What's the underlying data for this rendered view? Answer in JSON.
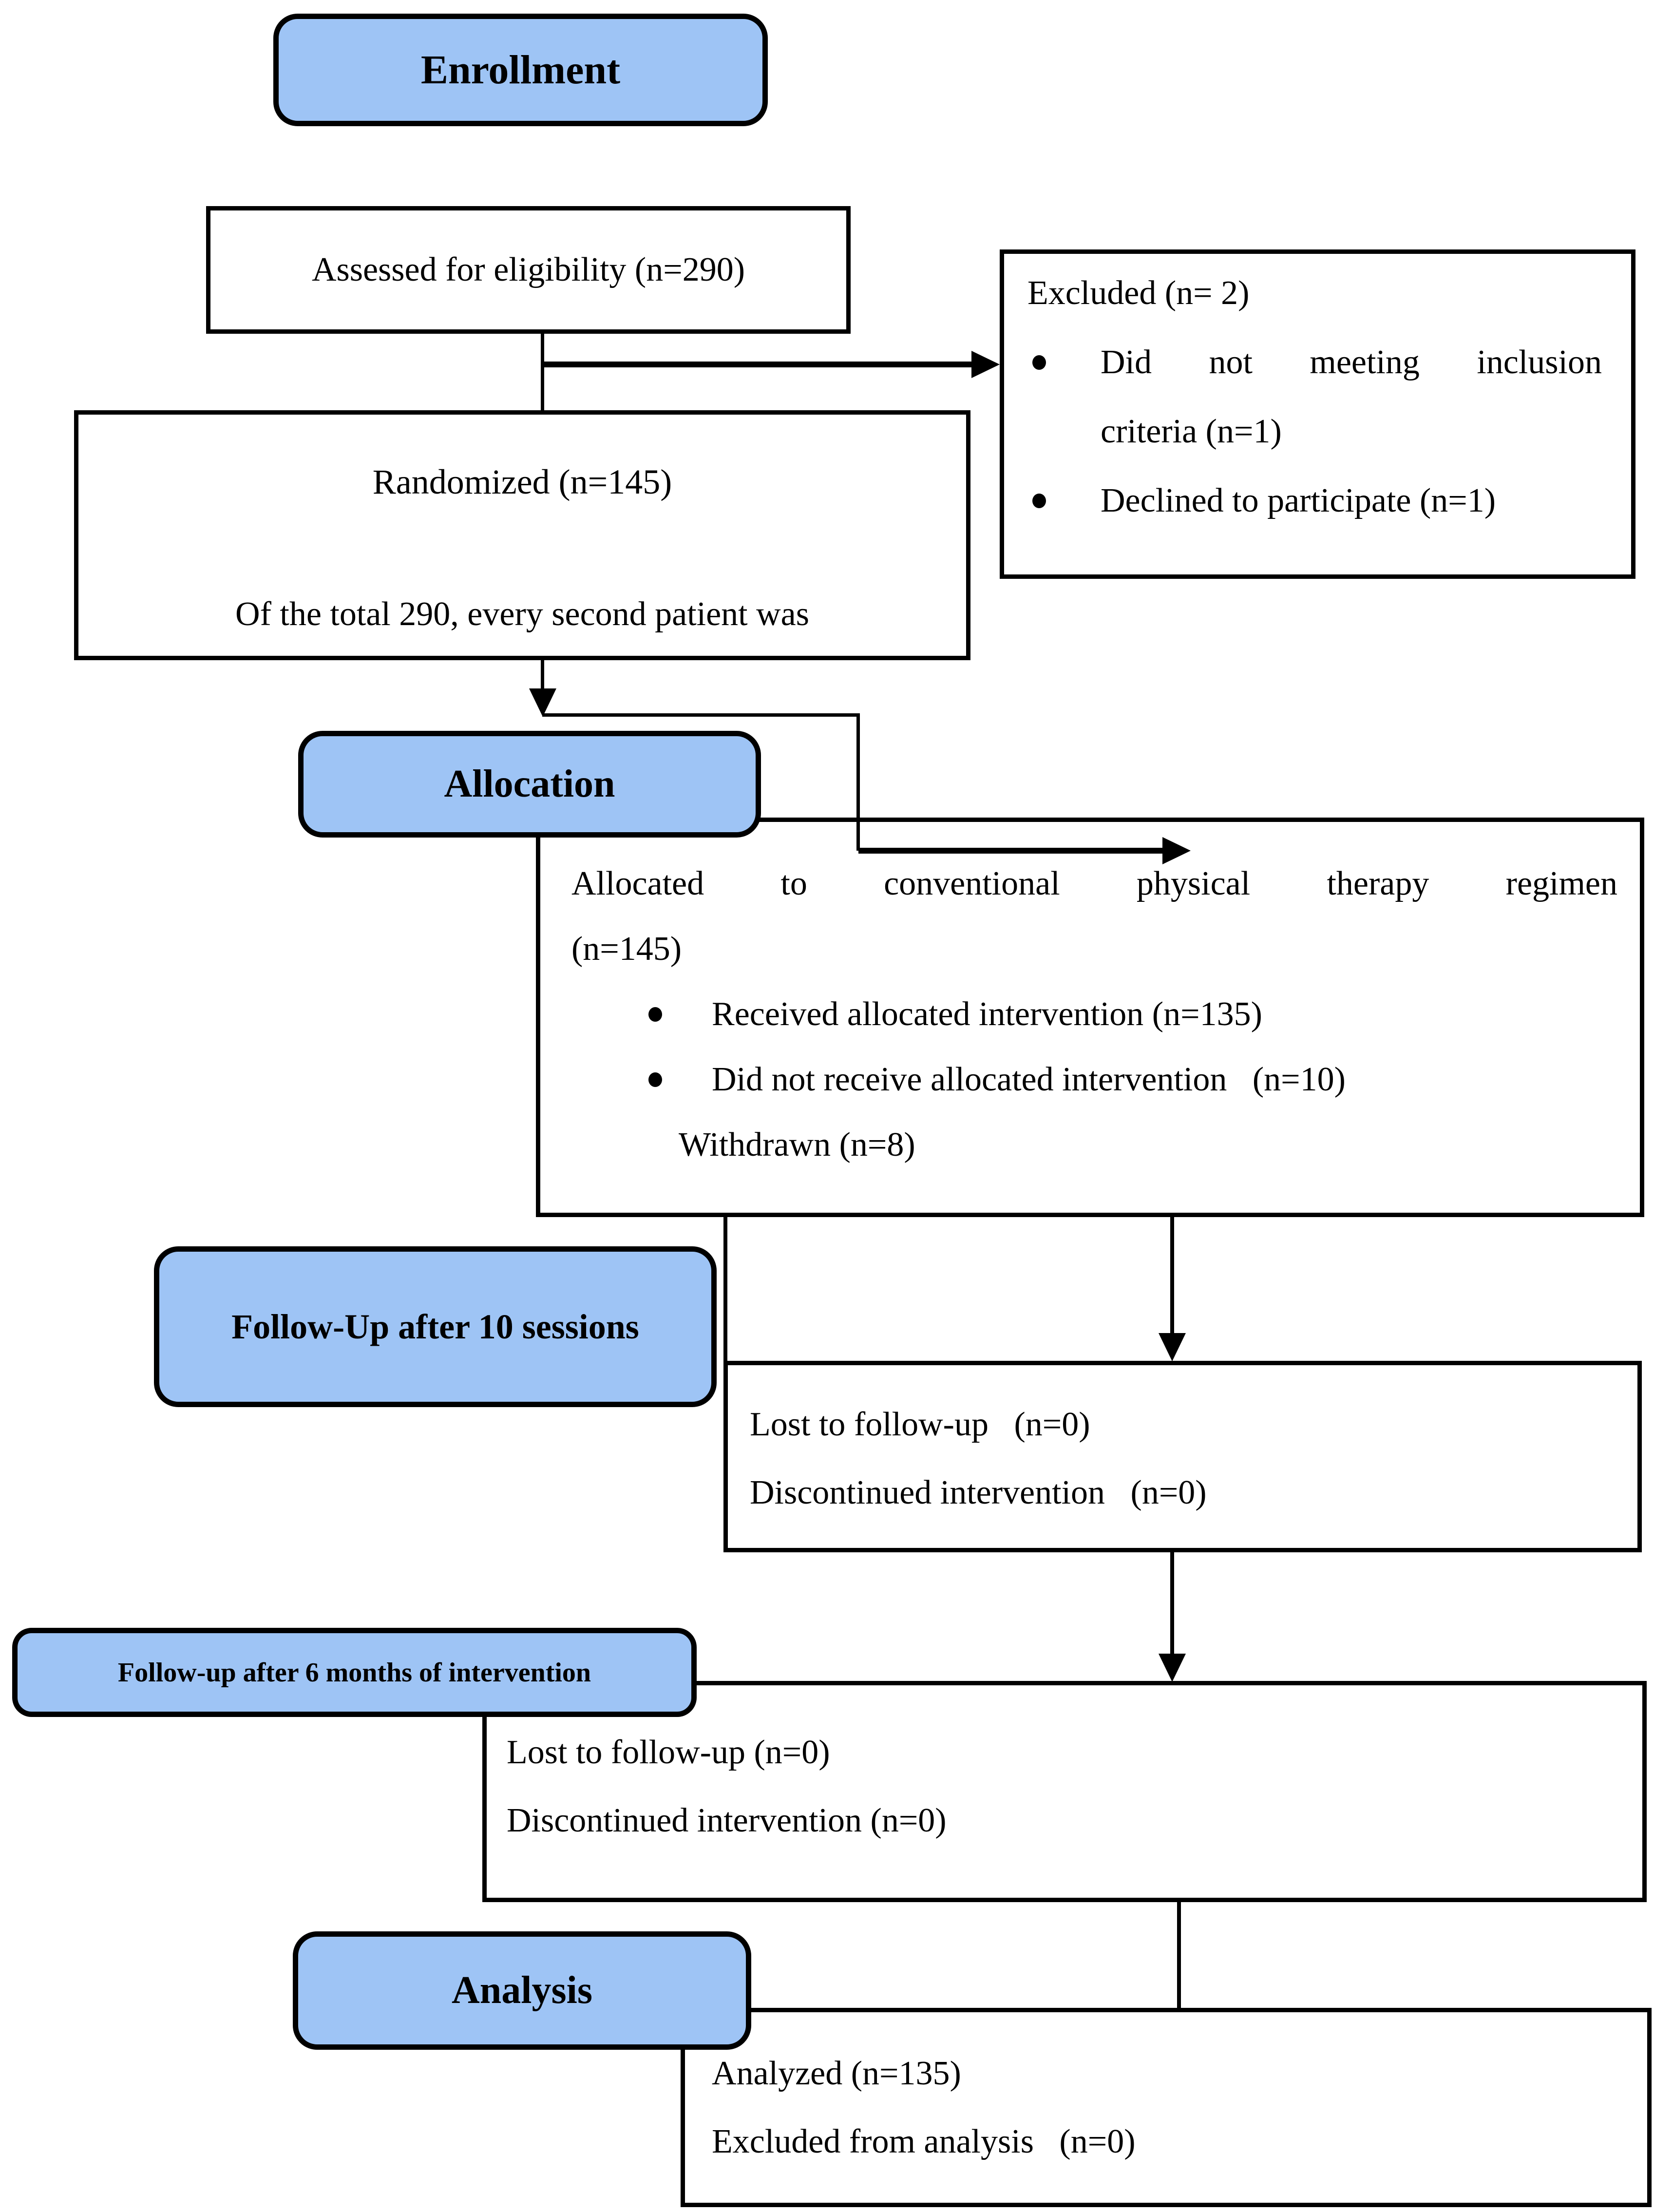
{
  "colors": {
    "box_fill": "#9EC4F5",
    "line": "#000000",
    "background": "#FFFFFF"
  },
  "diagram": {
    "enrollment": {
      "label": "Enrollment"
    },
    "assessed": {
      "text": "Assessed for eligibility (n=290)"
    },
    "excluded": {
      "title": "Excluded (n= 2)",
      "bullet1_line1": "Did not meeting inclusion",
      "bullet1_line2": "criteria (n=1)",
      "bullet2": "Declined to participate (n=1)"
    },
    "randomized": {
      "line1": "Randomized (n=145)",
      "line2": "Of the total 290, every second patient was"
    },
    "allocation": {
      "label": "Allocation"
    },
    "allocated": {
      "title_justified": "Allocated to conventional physical therapy regimen",
      "title_rest": "(n=145)",
      "bullet1": "Received allocated intervention (n=135)",
      "bullet2": "Did not receive allocated intervention   (n=10)",
      "note": "Withdrawn (n=8)"
    },
    "followup_10": {
      "label": "Follow-Up after 10 sessions"
    },
    "lost_10": {
      "line1": "Lost to follow-up   (n=0)",
      "line2": "Discontinued intervention   (n=0)"
    },
    "followup_6": {
      "label": "Follow-up after 6 months of intervention"
    },
    "lost_6": {
      "line1": "Lost to follow-up (n=0)",
      "line2": "Discontinued intervention (n=0)"
    },
    "analysis": {
      "label": "Analysis"
    },
    "analyzed": {
      "line1": "Analyzed (n=135)",
      "line2": "Excluded from analysis   (n=0)"
    }
  }
}
